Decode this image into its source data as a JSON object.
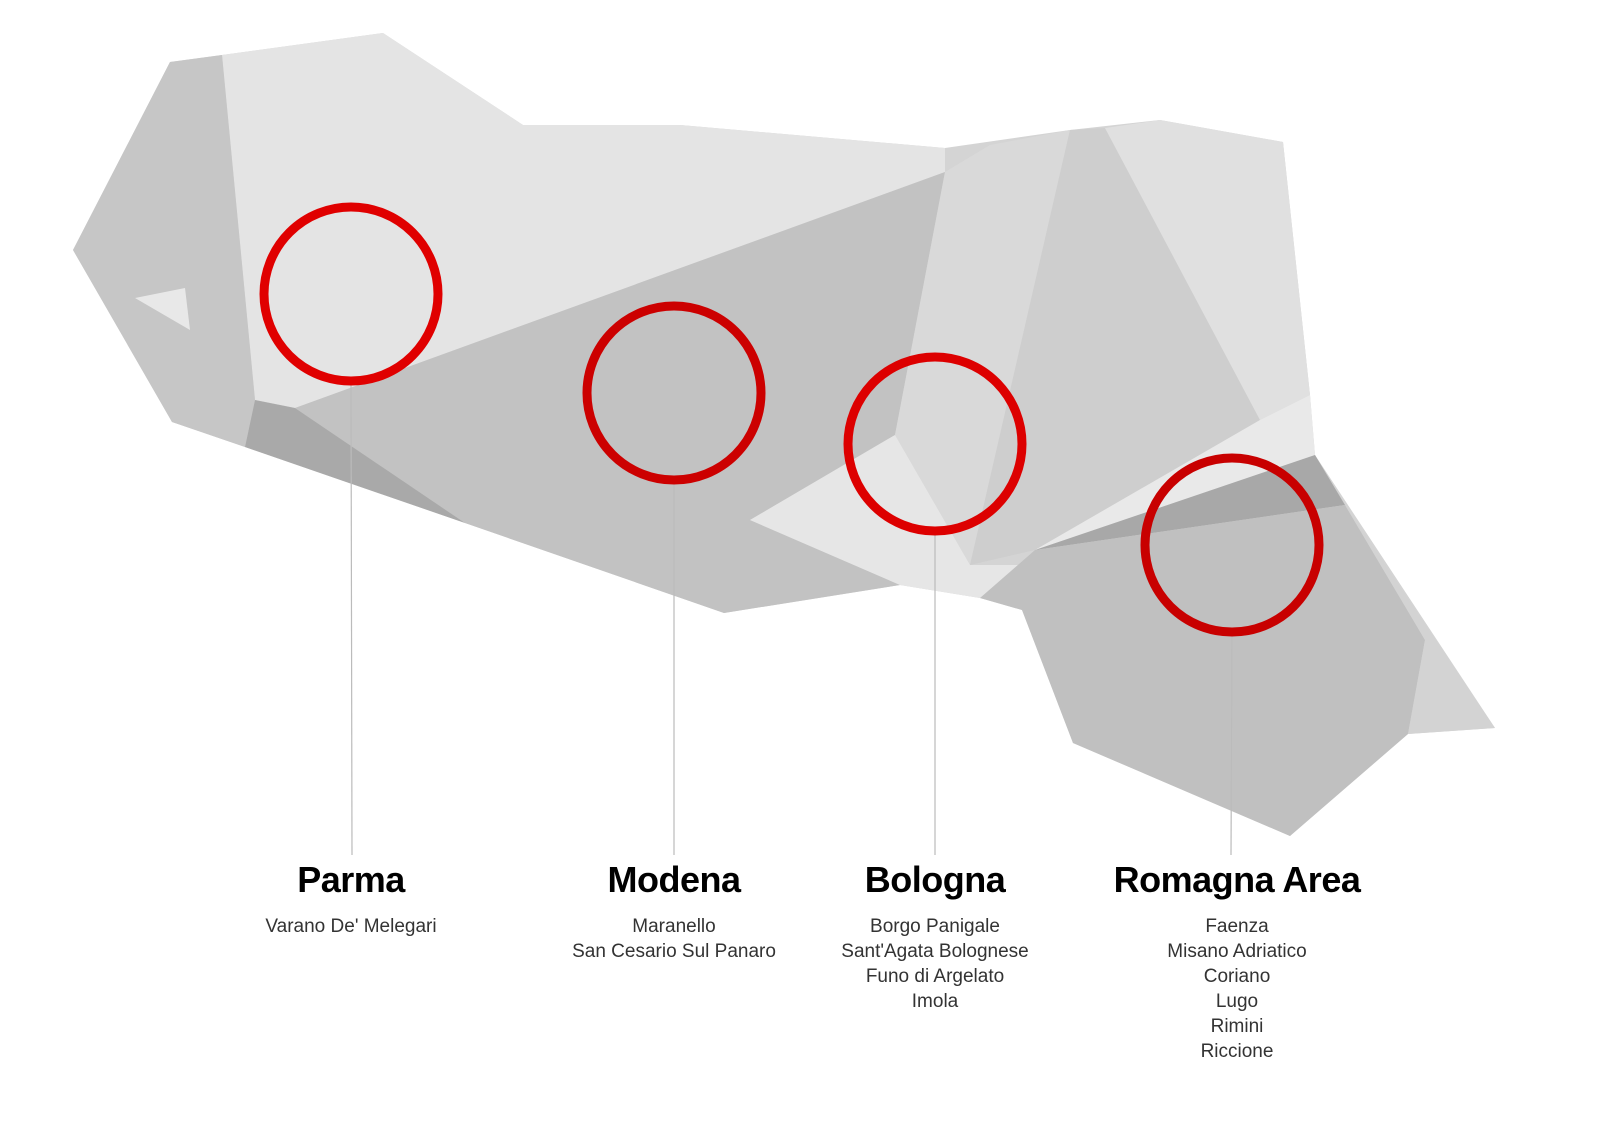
{
  "map": {
    "accent_color": "#e00000",
    "regions": [
      {
        "name": "Parma",
        "places": [
          "Varano De' Melegari"
        ]
      },
      {
        "name": "Modena",
        "places": [
          "Maranello",
          "San Cesario Sul Panaro"
        ]
      },
      {
        "name": "Bologna",
        "places": [
          "Borgo Panigale",
          "Sant'Agata Bolognese",
          "Funo di Argelato",
          "Imola"
        ]
      },
      {
        "name": "Romagna Area",
        "places": [
          "Faenza",
          "Misano Adriatico",
          "Coriano",
          "Lugo",
          "Rimini",
          "Riccione"
        ]
      }
    ]
  }
}
